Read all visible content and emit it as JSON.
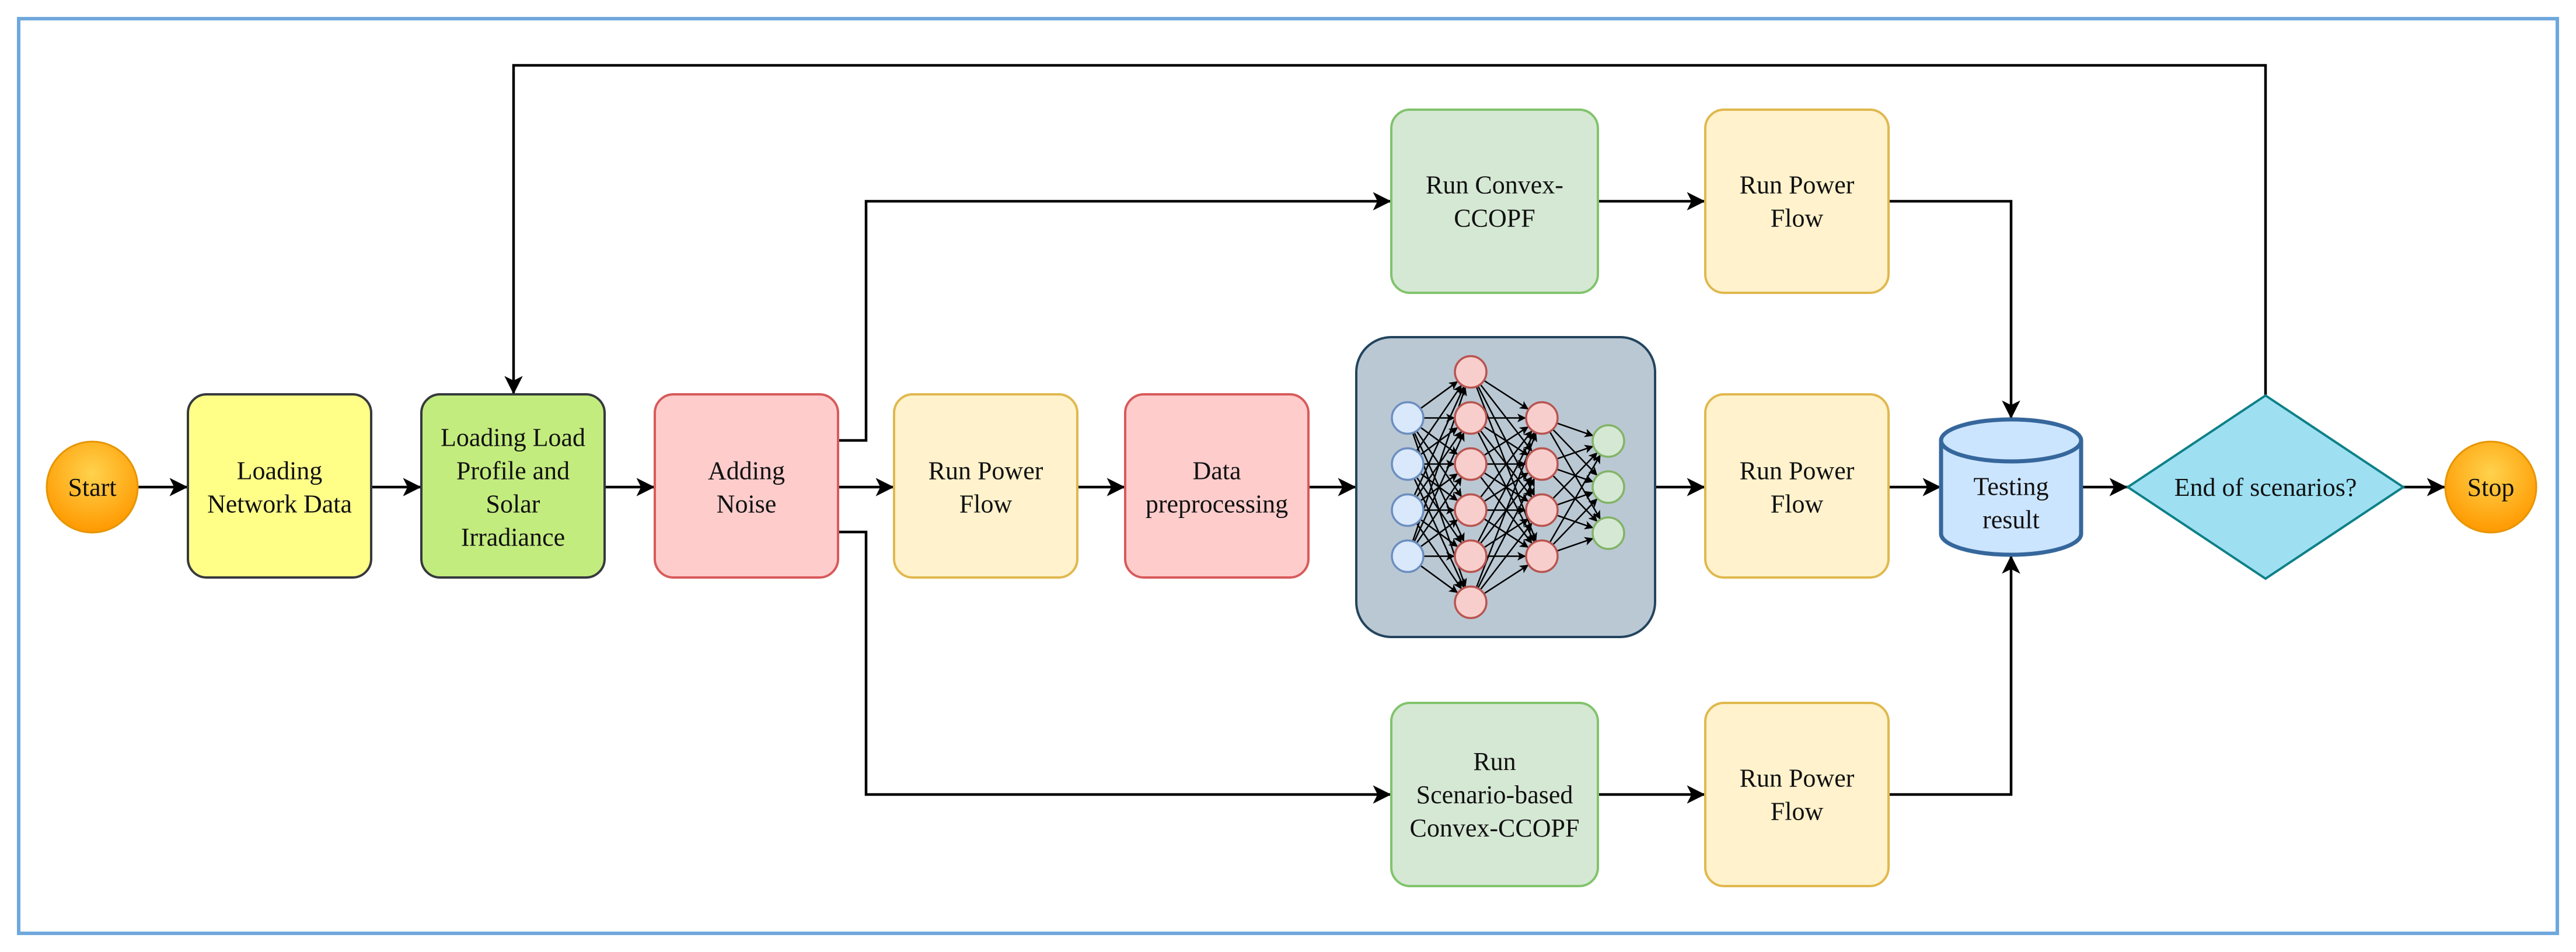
{
  "nodes": {
    "start": {
      "label": "Start"
    },
    "loading_network": {
      "lines": [
        "Loading",
        "Network Data"
      ]
    },
    "loading_load": {
      "lines": [
        "Loading Load",
        "Profile and",
        "Solar",
        "Irradiance"
      ]
    },
    "adding_noise": {
      "lines": [
        "Adding",
        "Noise"
      ]
    },
    "run_power_flow_mid1": {
      "lines": [
        "Run Power",
        "Flow"
      ]
    },
    "data_preprocessing": {
      "lines": [
        "Data",
        "preprocessing"
      ]
    },
    "neural_network": {
      "icon": "neural-network-icon",
      "layer_sizes": [
        4,
        6,
        4,
        3
      ]
    },
    "run_convex": {
      "lines": [
        "Run Convex-",
        "CCOPF"
      ]
    },
    "run_power_flow_top": {
      "lines": [
        "Run Power",
        "Flow"
      ]
    },
    "run_power_flow_mid2": {
      "lines": [
        "Run Power",
        "Flow"
      ]
    },
    "run_scenario": {
      "lines": [
        "Run",
        "Scenario-based",
        "Convex-CCOPF"
      ]
    },
    "run_power_flow_bottom": {
      "lines": [
        "Run Power",
        "Flow"
      ]
    },
    "testing_result": {
      "lines": [
        "Testing",
        "result"
      ]
    },
    "end_scenarios": {
      "label": "End of scenarios?"
    },
    "stop": {
      "label": "Stop"
    }
  },
  "colors": {
    "terminal": "#ffa500",
    "network_data": "#ffff88",
    "load_profile": "#c3ec7e",
    "red_box": "#ffcccc",
    "yellow_box": "#fff2cc",
    "green_box": "#d5e8d4",
    "nn_panel": "#bac8d3",
    "database": "#cce5ff",
    "decision": "#9ee0f2",
    "frame": "#6fa8dc"
  }
}
